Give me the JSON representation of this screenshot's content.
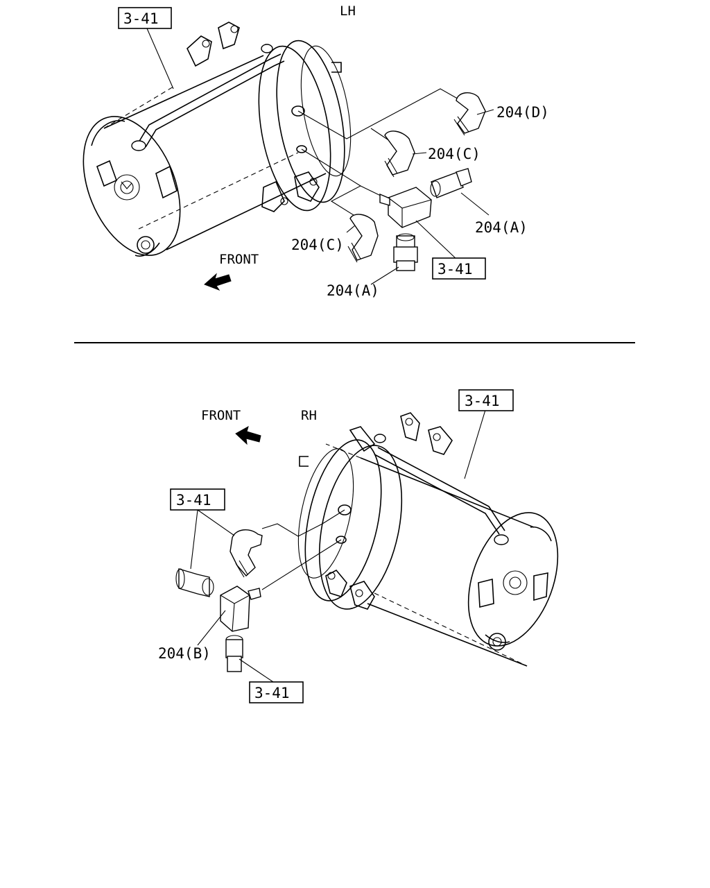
{
  "top_view": {
    "side_label": "LH",
    "front_label": "FRONT",
    "refs": {
      "ref_3_41_top": "3-41",
      "ref_3_41_fitting": "3-41"
    },
    "parts": {
      "part_204_d": "204(D)",
      "part_204_c_upper": "204(C)",
      "part_204_a_right": "204(A)",
      "part_204_c_lower": "204(C)",
      "part_204_a_bottom": "204(A)"
    }
  },
  "bottom_view": {
    "side_label": "RH",
    "front_label": "FRONT",
    "refs": {
      "ref_3_41_top": "3-41",
      "ref_3_41_left": "3-41",
      "ref_3_41_bottom": "3-41"
    },
    "parts": {
      "part_204_b": "204(B)"
    }
  }
}
